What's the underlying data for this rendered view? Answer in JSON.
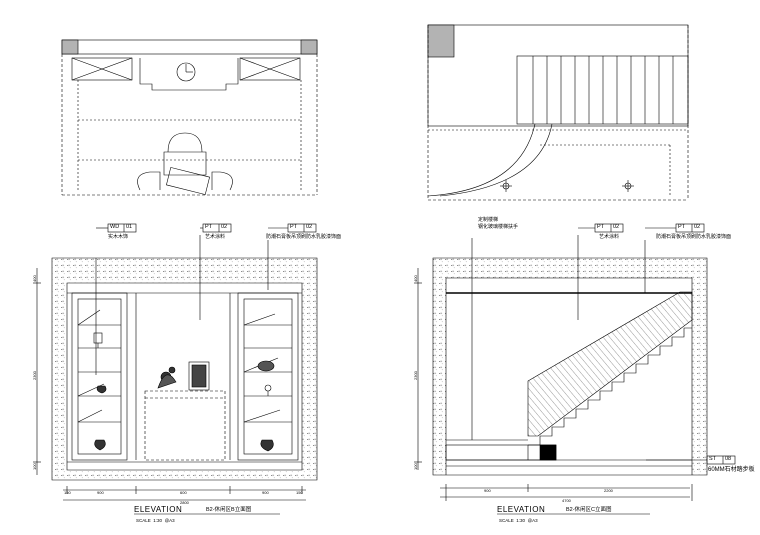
{
  "left_elevation": {
    "tags": [
      {
        "code": "WD",
        "number": "01",
        "note": "实木木饰"
      },
      {
        "code": "PT",
        "number": "02",
        "note": "艺术涂料"
      },
      {
        "code": "PT",
        "number": "02",
        "note": "防潮石膏板吊顶刷防水乳胶漆饰面"
      }
    ],
    "title": "ELEVATION",
    "subtitle": "B2-休闲区B立面图",
    "scale_label": "SCALE",
    "scale_value": "1:30",
    "paper": "@A3",
    "dims_bottom": [
      "150",
      "900",
      "600",
      "900",
      "150"
    ],
    "dims_total": "2800",
    "dims_left": [
      "400",
      "2300",
      "100"
    ]
  },
  "right_elevation": {
    "tags": [
      {
        "code": "PT",
        "number": "02",
        "note": "艺术涂料"
      },
      {
        "code": "PT",
        "number": "02",
        "note": "防潮石膏板吊顶刷防水乳胶漆饰面"
      },
      {
        "code": "ST",
        "number": "08",
        "note": "60MM石材踏步板"
      }
    ],
    "stair_note_1": "定制楼梯",
    "stair_note_2": "钢化玻璃楼梯扶手",
    "title": "ELEVATION",
    "subtitle": "B2-休闲区C立面图",
    "scale_label": "SCALE",
    "scale_value": "1:30",
    "paper": "@A3",
    "dims_bottom": [
      "900",
      "2200"
    ],
    "dims_total": "4700",
    "dims_left": [
      "400",
      "2300",
      "100"
    ]
  },
  "colors": {
    "line": "#000000",
    "hatch": "#555555",
    "fill_gray": "#b3b3b3"
  }
}
